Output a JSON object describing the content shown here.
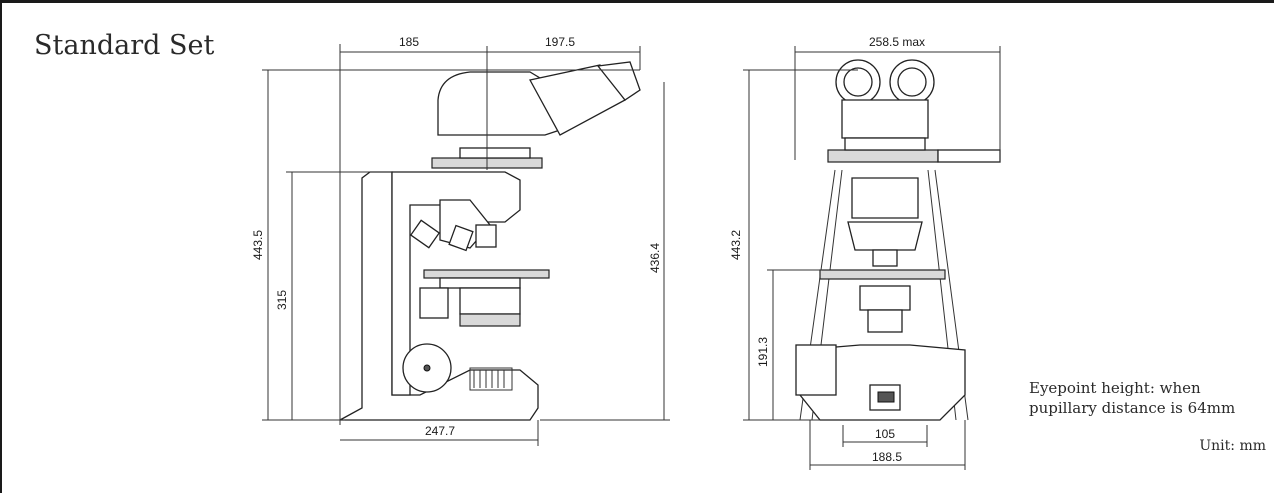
{
  "title": "Standard Set",
  "note": {
    "line1": "Eyepoint height: when",
    "line2": "pupillary distance is 64mm"
  },
  "unit": "Unit: mm",
  "side_view": {
    "top_left": "185",
    "top_right": "197.5",
    "total_height": "443.5",
    "stage_height": "315",
    "eyepoint_height": "436.4",
    "base_width": "247.7"
  },
  "front_view": {
    "top_width": "258.5 max",
    "total_height": "443.2",
    "stage_height": "191.3",
    "inner_width": "105",
    "base_width": "188.5"
  },
  "colors": {
    "line": "#333333",
    "text": "#2a2a2a"
  }
}
